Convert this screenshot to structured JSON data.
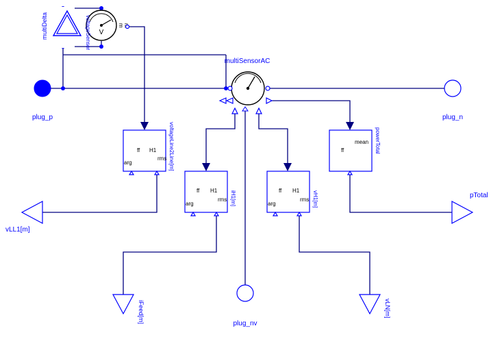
{
  "labels": {
    "multi_delta": "multiDelta",
    "voltage_sensor": "voltageSensor",
    "multi_sensor_ac": "multiSensorAC",
    "plug_p": "plug_p",
    "plug_n": "plug_n",
    "plug_nv": "plug_nv",
    "p_total": "pTotal",
    "v_ll1": "vLL1[m]",
    "i_feed": "iFeed[m]",
    "v_ln": "vLN[m]",
    "voltage_line_block": "voltageLine2Line[m]",
    "i_h1_block": "iH1[m]",
    "v_h1_block": "vH1[m]",
    "power_total_block": "powerTotal"
  },
  "meter": {
    "voltage_glyph": "V",
    "m_label": "m",
    "m_label_right": "m"
  },
  "blocks": {
    "voltage_line": {
      "f": "f",
      "h1": "H1",
      "rms": "rms",
      "arg": "arg"
    },
    "i_h1": {
      "f": "f",
      "h1": "H1",
      "rms": "rms",
      "arg": "arg"
    },
    "v_h1": {
      "f": "f",
      "h1": "H1",
      "rms": "rms",
      "arg": "arg"
    },
    "power_total": {
      "f": "f",
      "mean": "mean"
    }
  },
  "colors": {
    "wire": "#00007f",
    "label": "#0000ff",
    "connector_fill": "#0000ff"
  }
}
